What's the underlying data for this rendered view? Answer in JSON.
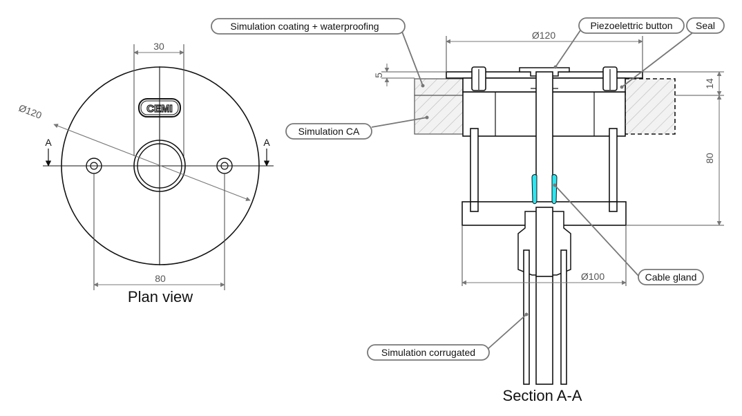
{
  "colors": {
    "line": "#111111",
    "dimension": "#777777",
    "cable_gland_highlight": "#2ee6f0"
  },
  "plan_view": {
    "title": "Plan view",
    "dim_30": "30",
    "dim_80": "80",
    "dim_diameter": "Ø120",
    "section_mark_left": "A",
    "section_mark_right": "A",
    "logo_text": "CEMI"
  },
  "section_view": {
    "title": "Section A-A",
    "dim_top_diameter": "Ø120",
    "dim_bottom_diameter": "Ø100",
    "dim_5": "5",
    "dim_14": "14",
    "dim_80": "80"
  },
  "callouts": {
    "coating": "Simulation coating + waterproofing",
    "piezo": "Piezoelettric button",
    "seal": "Seal",
    "ca": "Simulation CA",
    "gland": "Cable gland",
    "corrugated": "Simulation corrugated"
  }
}
